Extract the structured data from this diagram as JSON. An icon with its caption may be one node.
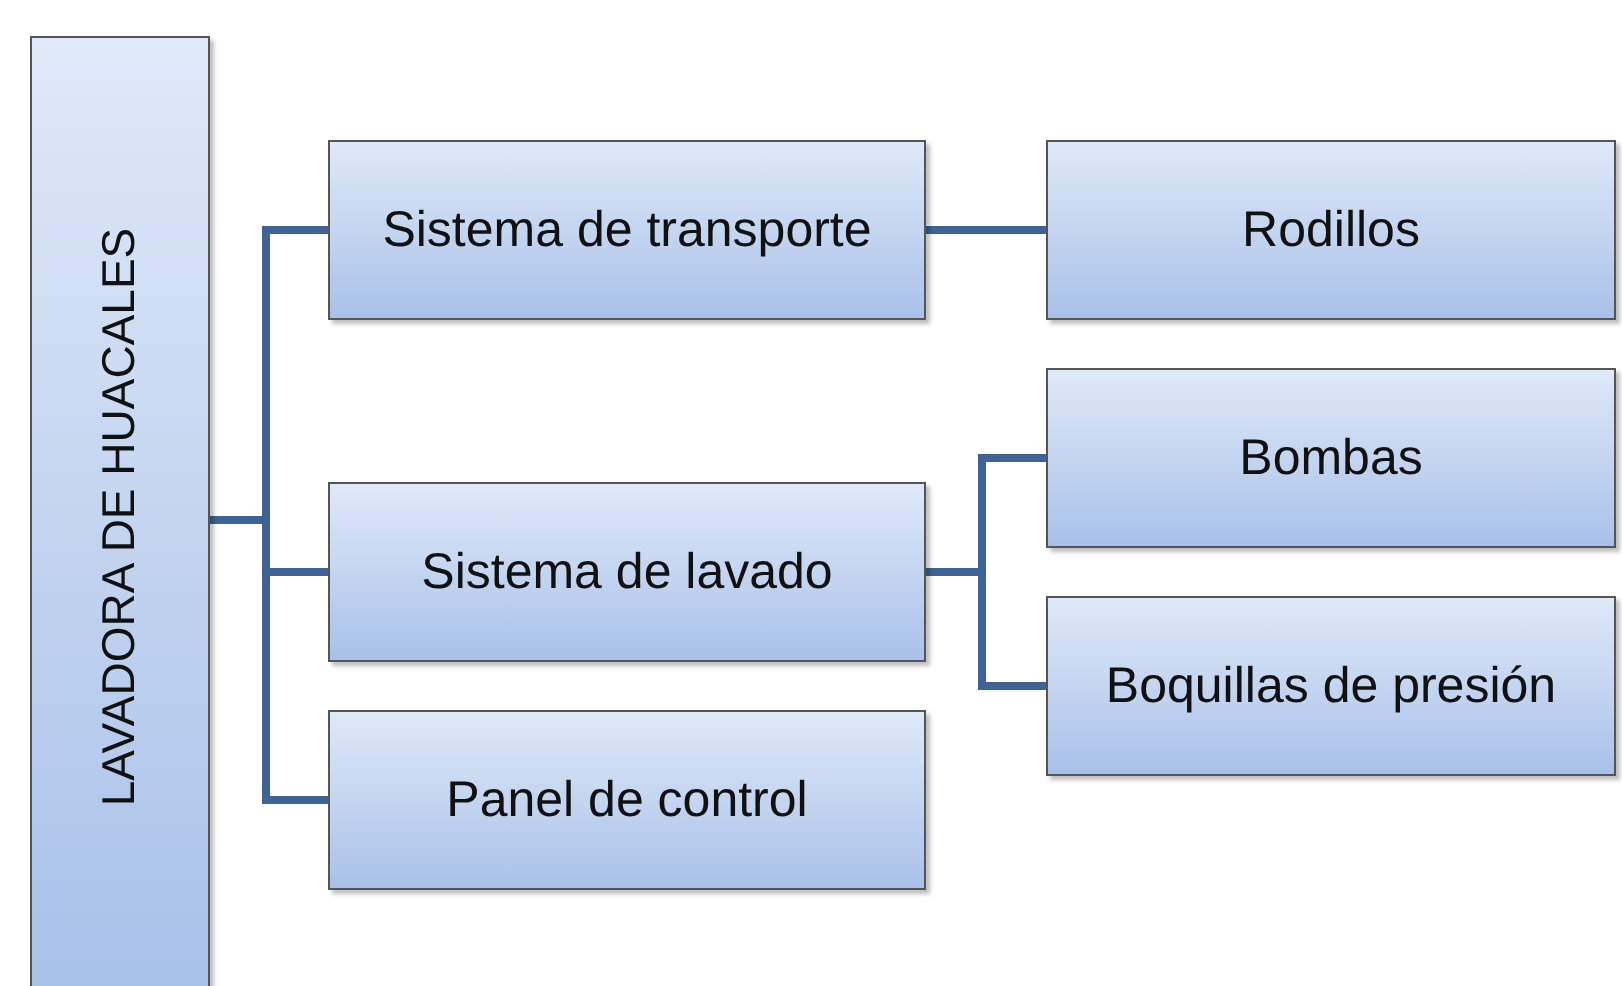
{
  "diagram": {
    "nodes": [
      {
        "text": [
          "LAVADORA DE HUACALES"
        ]
      },
      {
        "text": [
          "Sistema de transporte"
        ]
      },
      {
        "text": [
          "Sistema de lavado"
        ]
      },
      {
        "text": [
          "Panel de control"
        ]
      },
      {
        "text": [
          "Rodillos"
        ]
      },
      {
        "text": [
          "Bombas"
        ]
      },
      {
        "text": [
          "Boquillas de presión"
        ]
      }
    ],
    "edges": [
      {
        "from": 0,
        "to": 1,
        "arrow": "none"
      },
      {
        "from": 0,
        "to": 2,
        "arrow": "none"
      },
      {
        "from": 0,
        "to": 3,
        "arrow": "none"
      },
      {
        "from": 1,
        "to": 4,
        "arrow": "none"
      },
      {
        "from": 2,
        "to": 5,
        "arrow": "none"
      },
      {
        "from": 2,
        "to": 6,
        "arrow": "none"
      }
    ]
  }
}
